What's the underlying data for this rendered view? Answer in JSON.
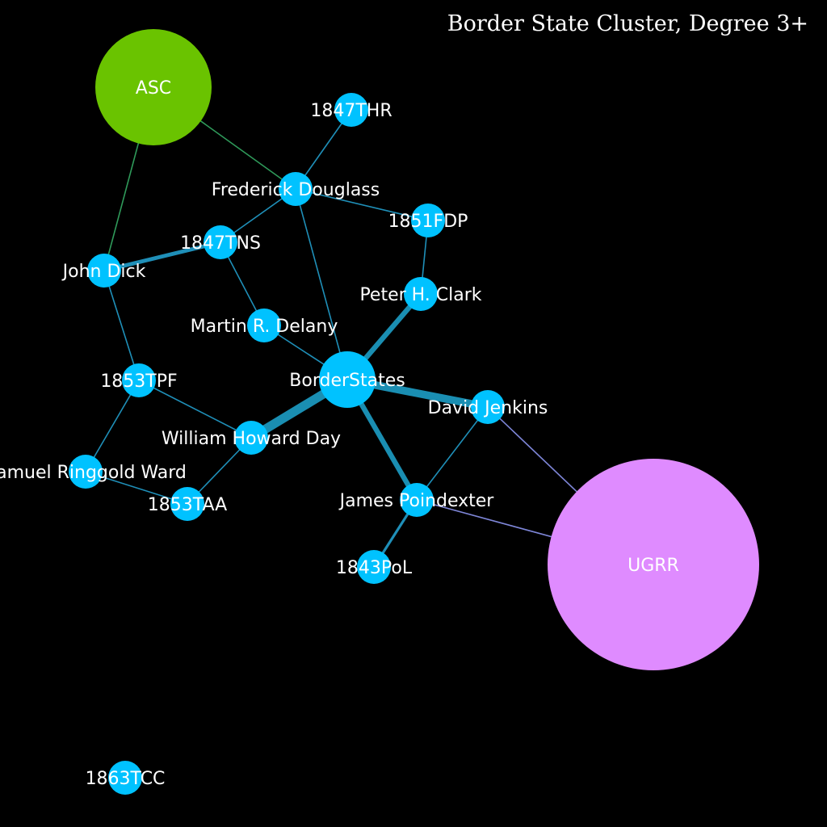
{
  "title": "Border State Cluster, Degree 3+",
  "colors": {
    "background": "#000000",
    "person_node": "#00c2ff",
    "asc_node": "#6ac300",
    "ugrr_node": "#df8bff",
    "edge_blue": "#1f8fb8",
    "edge_heavy": "#1a8eb2",
    "edge_green": "#2f9a5a",
    "edge_purple": "#7e86d8",
    "label": "#ffffff"
  },
  "nodes": [
    {
      "id": "asc",
      "label": "ASC",
      "color": "asc_node",
      "size": "large"
    },
    {
      "id": "ugrr",
      "label": "UGRR",
      "color": "ugrr_node",
      "size": "xlarge"
    },
    {
      "id": "borderstates",
      "label": "BorderStates",
      "color": "person_node",
      "size": "medium"
    },
    {
      "id": "thr1847",
      "label": "1847THR",
      "color": "person_node",
      "size": "small"
    },
    {
      "id": "douglass",
      "label": "Frederick Douglass",
      "color": "person_node",
      "size": "small"
    },
    {
      "id": "fdp1851",
      "label": "1851FDP",
      "color": "person_node",
      "size": "small"
    },
    {
      "id": "tns1847",
      "label": "1847TNS",
      "color": "person_node",
      "size": "small"
    },
    {
      "id": "johndick",
      "label": "John Dick",
      "color": "person_node",
      "size": "small"
    },
    {
      "id": "clark",
      "label": "Peter H. Clark",
      "color": "person_node",
      "size": "small"
    },
    {
      "id": "delany",
      "label": "Martin R. Delany",
      "color": "person_node",
      "size": "small"
    },
    {
      "id": "tpf1853",
      "label": "1853TPF",
      "color": "person_node",
      "size": "small"
    },
    {
      "id": "jenkins",
      "label": "David Jenkins",
      "color": "person_node",
      "size": "small"
    },
    {
      "id": "day",
      "label": "William Howard Day",
      "color": "person_node",
      "size": "small"
    },
    {
      "id": "ward",
      "label": "Samuel Ringgold Ward",
      "color": "person_node",
      "size": "small"
    },
    {
      "id": "taa1853",
      "label": "1853TAA",
      "color": "person_node",
      "size": "small"
    },
    {
      "id": "poindexter",
      "label": "James Poindexter",
      "color": "person_node",
      "size": "small"
    },
    {
      "id": "pol1843",
      "label": "1843PoL",
      "color": "person_node",
      "size": "small"
    },
    {
      "id": "tcc1863",
      "label": "1863TCC",
      "color": "person_node",
      "size": "small"
    }
  ],
  "edges": [
    {
      "source": "asc",
      "target": "douglass",
      "weight": 1,
      "color": "edge_green"
    },
    {
      "source": "asc",
      "target": "johndick",
      "weight": 1,
      "color": "edge_green"
    },
    {
      "source": "douglass",
      "target": "thr1847",
      "weight": 1,
      "color": "edge_blue"
    },
    {
      "source": "douglass",
      "target": "fdp1851",
      "weight": 1,
      "color": "edge_blue"
    },
    {
      "source": "douglass",
      "target": "tns1847",
      "weight": 1,
      "color": "edge_blue"
    },
    {
      "source": "douglass",
      "target": "borderstates",
      "weight": 1,
      "color": "edge_blue"
    },
    {
      "source": "tns1847",
      "target": "johndick",
      "weight": 3,
      "color": "edge_blue"
    },
    {
      "source": "tns1847",
      "target": "delany",
      "weight": 1,
      "color": "edge_blue"
    },
    {
      "source": "fdp1851",
      "target": "clark",
      "weight": 1,
      "color": "edge_blue"
    },
    {
      "source": "johndick",
      "target": "tpf1853",
      "weight": 1,
      "color": "edge_blue"
    },
    {
      "source": "delany",
      "target": "borderstates",
      "weight": 1,
      "color": "edge_blue"
    },
    {
      "source": "borderstates",
      "target": "clark",
      "weight": 4,
      "color": "edge_heavy"
    },
    {
      "source": "borderstates",
      "target": "jenkins",
      "weight": 6,
      "color": "edge_heavy"
    },
    {
      "source": "borderstates",
      "target": "day",
      "weight": 7,
      "color": "edge_heavy"
    },
    {
      "source": "borderstates",
      "target": "poindexter",
      "weight": 4,
      "color": "edge_heavy"
    },
    {
      "source": "tpf1853",
      "target": "day",
      "weight": 1,
      "color": "edge_blue"
    },
    {
      "source": "tpf1853",
      "target": "ward",
      "weight": 1,
      "color": "edge_blue"
    },
    {
      "source": "ward",
      "target": "taa1853",
      "weight": 1,
      "color": "edge_blue"
    },
    {
      "source": "day",
      "target": "taa1853",
      "weight": 1,
      "color": "edge_blue"
    },
    {
      "source": "jenkins",
      "target": "poindexter",
      "weight": 1,
      "color": "edge_blue"
    },
    {
      "source": "jenkins",
      "target": "ugrr",
      "weight": 1,
      "color": "edge_purple"
    },
    {
      "source": "poindexter",
      "target": "ugrr",
      "weight": 1,
      "color": "edge_purple"
    },
    {
      "source": "poindexter",
      "target": "pol1843",
      "weight": 2,
      "color": "edge_blue"
    }
  ]
}
